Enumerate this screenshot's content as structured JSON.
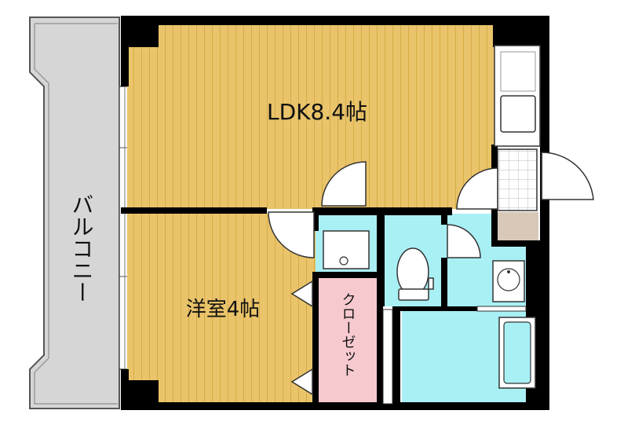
{
  "rooms": {
    "ldk": "LDK8.4帖",
    "western": "洋室4帖",
    "closet": "クローゼット",
    "balcony": "バルコニー"
  },
  "colors": {
    "floor_wood": "#e9c46a",
    "floor_line": "#d8a94a",
    "wet_area": "#a9f0f5",
    "closet": "#f6c9cf",
    "balcony": "#d7d7d7",
    "storage": "#d8c8b8",
    "wall": "#000000"
  }
}
